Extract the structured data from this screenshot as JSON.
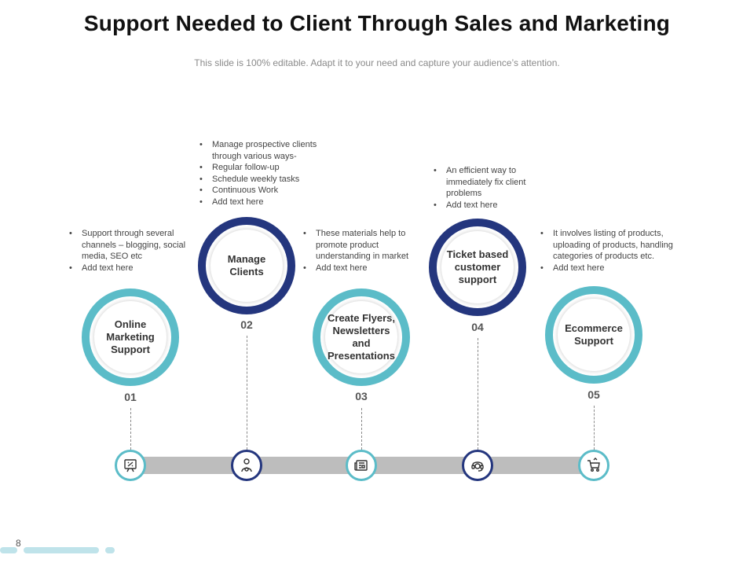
{
  "title": "Support Needed to Client Through Sales and Marketing",
  "subtitle": "This slide is 100% editable. Adapt it to your need and capture your audience’s attention.",
  "page_number": "8",
  "colors": {
    "teal": "#5bbcc8",
    "navy": "#24367e",
    "track": "#bdbdbd"
  },
  "steps": [
    {
      "number": "01",
      "label": "Online Marketing Support",
      "icon": "marketing-board-icon",
      "bullets": [
        "Support through several channels – blogging, social media, SEO etc",
        "Add text here"
      ]
    },
    {
      "number": "02",
      "label": "Manage Clients",
      "icon": "client-manager-icon",
      "bullets": [
        "Manage prospective clients through various ways-",
        "Regular follow-up",
        "Schedule weekly tasks",
        "Continuous Work",
        "Add text here"
      ]
    },
    {
      "number": "03",
      "label": "Create Flyers, Newsletters and Presentations",
      "icon": "newsletter-icon",
      "bullets": [
        "These materials help to promote product understanding in market",
        "Add text here"
      ]
    },
    {
      "number": "04",
      "label": "Ticket based customer support",
      "icon": "support-headset-icon",
      "bullets": [
        "An efficient way to immediately fix client problems",
        "Add text here"
      ]
    },
    {
      "number": "05",
      "label": "Ecommerce Support",
      "icon": "shopping-cart-icon",
      "bullets": [
        "It involves listing of products, uploading of products, handling categories of products etc.",
        "Add text here"
      ]
    }
  ]
}
